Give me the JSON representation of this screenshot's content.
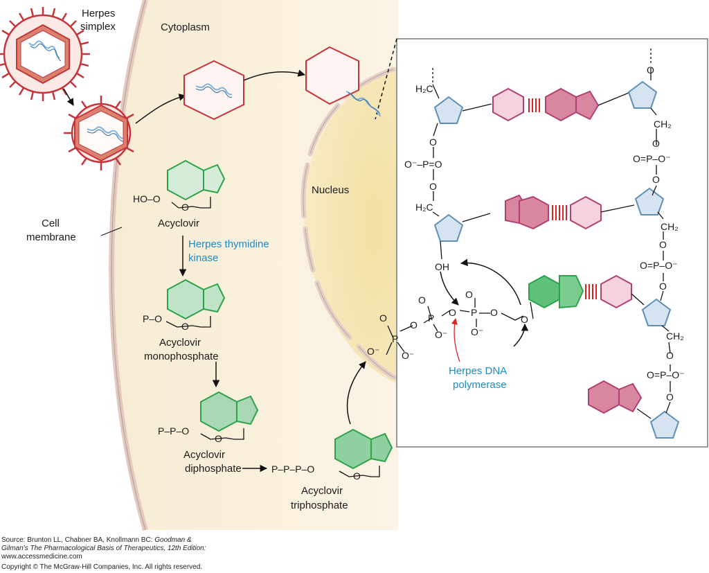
{
  "labels": {
    "herpes_simplex": [
      "Herpes",
      "simplex"
    ],
    "cytoplasm": "Cytoplasm",
    "nucleus": "Nucleus",
    "cell_membrane": [
      "Cell",
      "membrane"
    ],
    "acyclovir": "Acyclovir",
    "thymidine_kinase": [
      "Herpes thymidine",
      "kinase"
    ],
    "monophosphate": [
      "Acyclovir",
      "monophosphate"
    ],
    "diphosphate": [
      "Acyclovir",
      "diphosphate"
    ],
    "triphosphate": [
      "Acyclovir",
      "triphosphate"
    ],
    "dna_polymerase": [
      "Herpes DNA",
      "polymerase"
    ]
  },
  "chem_text": {
    "ho_o": "HO–O",
    "p_o": "P–O",
    "pp_o": "P–P–O",
    "ppp_o": "P–P–P–O",
    "o": "O",
    "oh": "OH",
    "h2c": "H₂C",
    "ch2": "CH₂",
    "o_minus": "O⁻",
    "phosphate_left": "O⁻–P=O",
    "phosphate_right": "O=P–O⁻",
    "p": "P"
  },
  "footer": {
    "source_prefix": "Source: Brunton LL, Chabner BA, Knollmann BC: ",
    "source_title_1": "Goodman &",
    "source_title_2": "Gilman’s The Pharmacological Basis of Therapeutics, 12th Edition:",
    "url": "www.accessmedicine.com",
    "copyright": "Copyright © The McGraw-Hill Companies, Inc. All rights reserved."
  },
  "colors": {
    "virus_red": "#c8333a",
    "capsid_fill": "#d9826e",
    "acyclovir_green": "#2ca34a",
    "acyclovir_fill": "#bfe3c6",
    "base_pink": "#b13f73",
    "base_pink_fill": "#d9869f",
    "base_light_fill": "#f4d3dd",
    "sugar_blue": "#5e8fb8",
    "sugar_fill": "#d6e3f0",
    "nucleus_fill": "#f5e6b4",
    "label_blue": "#1a8bc6"
  }
}
